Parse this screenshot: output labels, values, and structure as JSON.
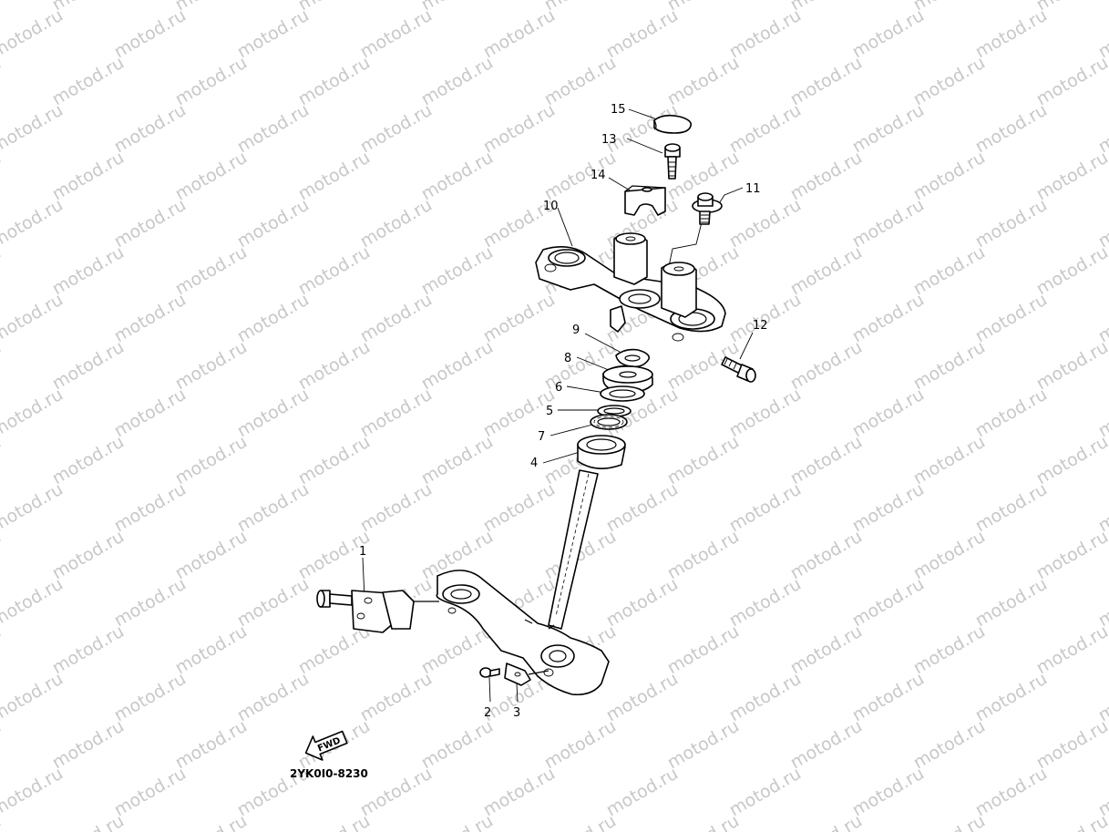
{
  "watermark": {
    "text": "motod.ru"
  },
  "diagram_code": "2YK0I0-8230",
  "fwd_label": "FWD",
  "callouts": [
    {
      "id": "1",
      "label": "1"
    },
    {
      "id": "2",
      "label": "2"
    },
    {
      "id": "3",
      "label": "3"
    },
    {
      "id": "4",
      "label": "4"
    },
    {
      "id": "5",
      "label": "5"
    },
    {
      "id": "6",
      "label": "6"
    },
    {
      "id": "7",
      "label": "7"
    },
    {
      "id": "8",
      "label": "8"
    },
    {
      "id": "9",
      "label": "9"
    },
    {
      "id": "10",
      "label": "10"
    },
    {
      "id": "11",
      "label": "11"
    },
    {
      "id": "12",
      "label": "12"
    },
    {
      "id": "13",
      "label": "13"
    },
    {
      "id": "14",
      "label": "14"
    },
    {
      "id": "15",
      "label": "15"
    }
  ],
  "colors": {
    "ink": "#000000",
    "watermark": "#c8c8c8",
    "paper": "#ffffff"
  }
}
